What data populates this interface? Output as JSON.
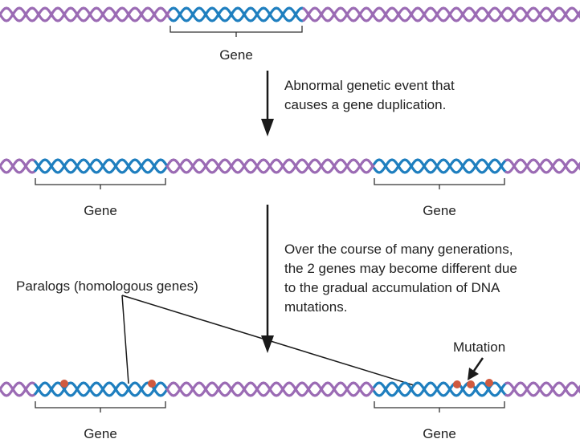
{
  "colors": {
    "dna_background": "#9b6bb4",
    "dna_gene": "#1f7fbf",
    "mutation": "#d05a3f",
    "arrow": "#1a1a1a",
    "bracket": "#333333",
    "text": "#222222"
  },
  "rows": {
    "original": {
      "gene_label": "Gene"
    },
    "duplicated": {
      "gene_labels": [
        "Gene",
        "Gene"
      ]
    },
    "diverged": {
      "gene_labels": [
        "Gene",
        "Gene"
      ],
      "mutation_counts": [
        2,
        3
      ]
    }
  },
  "annotations": {
    "step1": [
      "Abnormal genetic event that",
      "causes a gene duplication."
    ],
    "step2": [
      "Over the course of many generations,",
      "the 2 genes may become different due",
      "to the gradual accumulation of DNA",
      "mutations."
    ],
    "paralogs_label": "Paralogs (homologous genes)",
    "mutation_label": "Mutation"
  },
  "icons": {
    "arrow": "down-arrow-icon",
    "mutation": "mutation-dot-icon"
  }
}
